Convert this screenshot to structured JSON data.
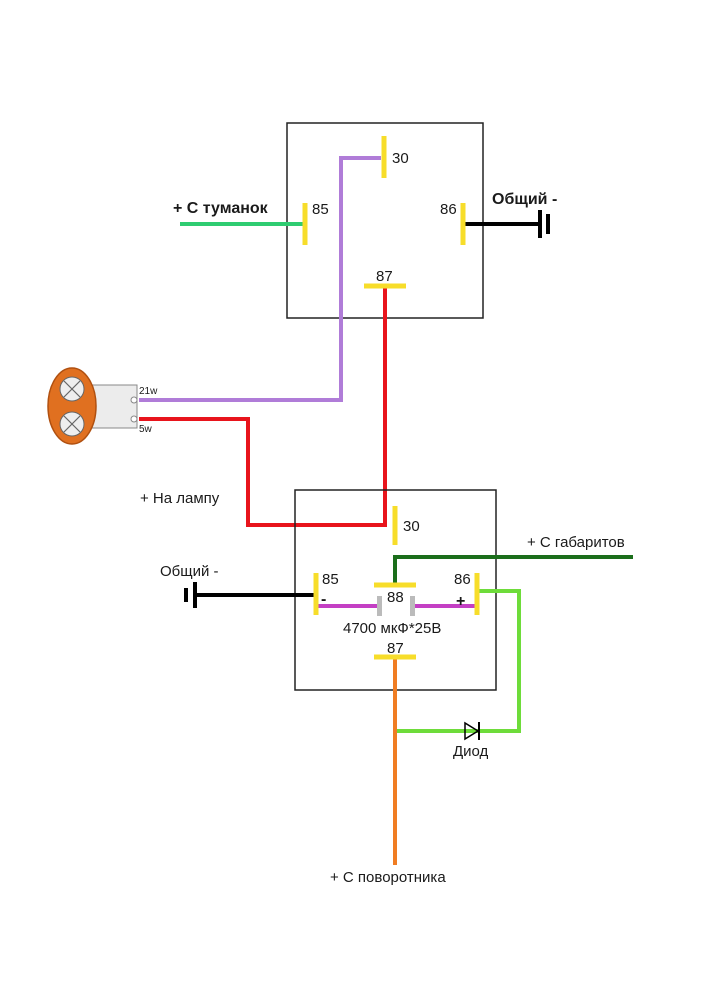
{
  "colors": {
    "green_wire": "#2ecc71",
    "purple_wire": "#b07cd8",
    "red_wire": "#e8141c",
    "black_wire": "#000000",
    "dark_green_wire": "#1b6e1b",
    "light_green_wire": "#6edc3a",
    "magenta_wire": "#c43fc4",
    "orange_wire": "#f07d23",
    "pin_yellow": "#f7dd2a",
    "box_border": "#222222",
    "bulb_orange": "#e07020",
    "cap_grey": "#bbbbbb"
  },
  "relay1": {
    "pin30": "30",
    "pin85": "85",
    "pin86": "86",
    "pin87": "87"
  },
  "relay2": {
    "pin30": "30",
    "pin85": "85",
    "pin86": "86",
    "pin87": "87",
    "pin88": "88",
    "minus": "-",
    "plus": "+",
    "capacitor": "4700 мкФ*25В"
  },
  "labels": {
    "fog_plus": "+ С туманок",
    "common_minus_top": "Общий -",
    "lamp_21w": "21w",
    "lamp_5w": "5w",
    "to_lamp": "+ На лампу",
    "common_minus_bottom": "Общий -",
    "parking_plus": "+ С габаритов",
    "diode": "Диод",
    "turn_signal_plus": "+ С поворотника"
  },
  "icons": {
    "ground_top": "ground-icon",
    "ground_bottom": "ground-icon",
    "bulb": "bulb-icon",
    "diode": "diode-icon",
    "capacitor": "capacitor-icon"
  }
}
